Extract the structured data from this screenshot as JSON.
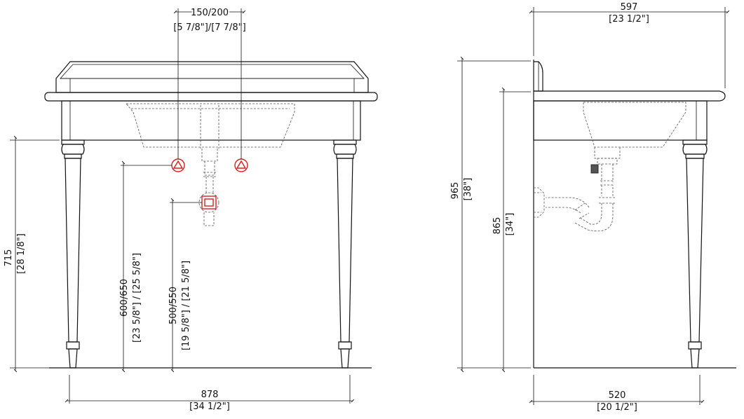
{
  "front_view": {
    "valve_spacing": {
      "value": "150/200",
      "imperial": "[5 7/8\"]/[7 7/8\"]"
    },
    "legs_height": {
      "value": "715",
      "imperial": "[28 1/8\"]"
    },
    "supply_height": {
      "value": "600/650",
      "imperial": "[23 5/8\"] / [25 5/8\"]"
    },
    "waste_height": {
      "value": "500/550",
      "imperial": "[19 5/8\"] / [21 5/8\"]"
    },
    "overall_width": {
      "value": "878",
      "imperial": "[34 1/2\"]"
    }
  },
  "side_view": {
    "overall_depth": {
      "value": "597",
      "imperial": "[23 1/2\"]"
    },
    "total_height": {
      "value": "965",
      "imperial": "[38\"]"
    },
    "rim_height": {
      "value": "865",
      "imperial": "[34\"]"
    },
    "leg_depth": {
      "value": "520",
      "imperial": "[20 1/2\"]"
    }
  },
  "colors": {
    "line": "#111111",
    "hidden": "#555555",
    "connection_marker": "#d81e1e"
  }
}
